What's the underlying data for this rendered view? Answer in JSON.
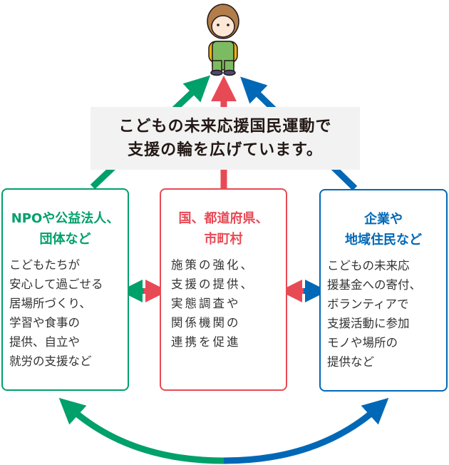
{
  "colors": {
    "green": "#00a06a",
    "red": "#e84a55",
    "blue": "#0068b6"
  },
  "banner": {
    "lines": [
      "こどもの未来応援国民運動で",
      "支援の輪を広げています。"
    ]
  },
  "figure": "child-illustration",
  "boxes": [
    {
      "title": [
        "NPOや公益法人、",
        "団体など"
      ],
      "body": [
        "こどもたちが",
        "安心して過ごせる",
        "居場所づくり、",
        "学習や食事の",
        "提供、自立や",
        "就労の支援など"
      ]
    },
    {
      "title": [
        "国、都道府県、",
        "市町村"
      ],
      "body": [
        "施策の強化、",
        "支援の提供、",
        "実態調査や",
        "関係機関の",
        "連携を促進"
      ]
    },
    {
      "title": [
        "企業や",
        "地域住民など"
      ],
      "body": [
        "こどもの未来応",
        "援基金への寄付、",
        "ボランティアで",
        "支援活動に参加",
        "モノや場所の",
        "提供など"
      ]
    }
  ]
}
